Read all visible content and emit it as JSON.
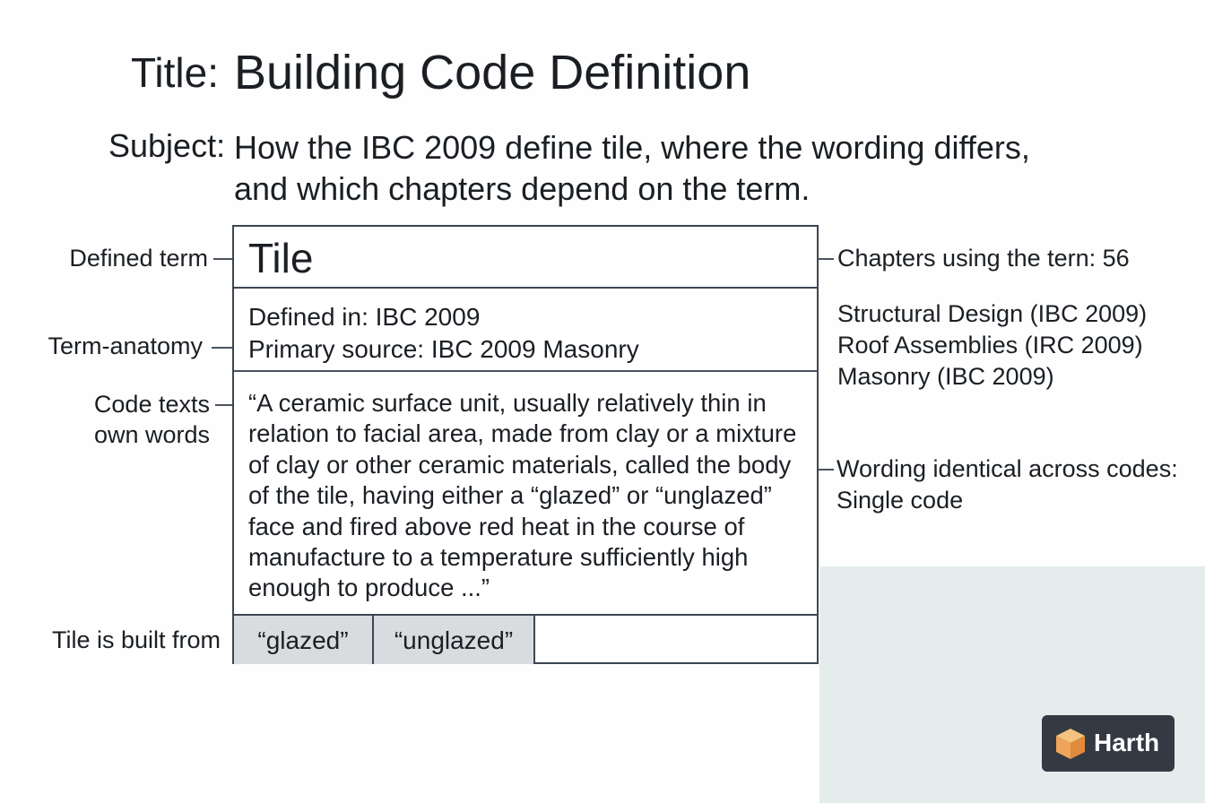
{
  "header": {
    "title_label": "Title:",
    "title": "Building Code Definition",
    "subject_label": "Subject:",
    "subject_line1": "How the IBC 2009 define tile, where the wording differs,",
    "subject_line2": "and which chapters depend on the term."
  },
  "card": {
    "term": "Tile",
    "defined_in": "Defined in: IBC 2009",
    "primary_source": "Primary source: IBC 2009 Masonry",
    "quote_lines": [
      "“A ceramic surface unit, usually relatively thin in",
      "relation to facial area, made from clay or a mixture",
      "of clay or other ceramic materials, called the body",
      "of the tile, having either a “glazed” or “unglazed”",
      "face and fired above red heat in the course of",
      "manufacture to a temperature sufficiently high",
      "enough to produce ...”"
    ],
    "parts": [
      "“glazed”",
      "“unglazed”"
    ]
  },
  "left_labels": {
    "defined_term": "Defined term",
    "term_anatomy": "Term-anatomy",
    "code_texts_line1": "Code texts",
    "code_texts_line2": "own words",
    "built_from": "Tile is built from"
  },
  "right_labels": {
    "chapters_count": "Chapters using the tern: 56",
    "chapters": [
      "Structural Design (IBC 2009)",
      "Roof Assemblies (IRC 2009)",
      "Masonry (IBC 2009)"
    ],
    "wording_line1": "Wording identical across codes:",
    "wording_line2": "Single code"
  },
  "logo": {
    "brand": "Harth",
    "icon": "harth-box-icon"
  },
  "colors": {
    "border": "#3c4652",
    "part_fill": "#d8dcdf",
    "panel": "#e4edec",
    "logo_bg": "#343a43",
    "logo_orange": "#f0a35a"
  }
}
